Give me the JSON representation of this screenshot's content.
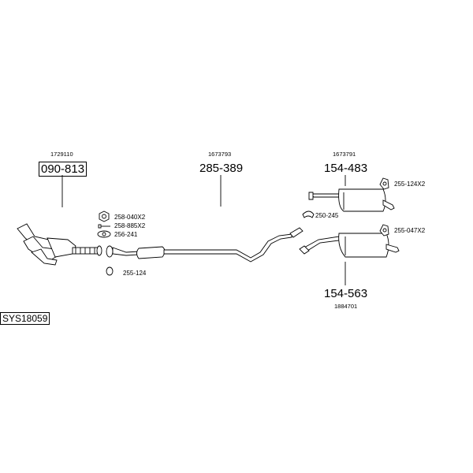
{
  "system_id": "SYS18059",
  "parts": [
    {
      "key": "manifold",
      "number": "090-813",
      "reference": "1729110"
    },
    {
      "key": "middle_pipe",
      "number": "285-389",
      "reference": "1673793"
    },
    {
      "key": "rear_silencer_a",
      "number": "154-483",
      "reference": "1673791"
    },
    {
      "key": "rear_silencer_b",
      "number": "154-563",
      "reference": "1884701"
    }
  ],
  "accessories": [
    {
      "key": "nut",
      "code": "258-040X2"
    },
    {
      "key": "bolt",
      "code": "258-885X2"
    },
    {
      "key": "gasket",
      "code": "256-241"
    },
    {
      "key": "clamp_front",
      "code": "255-124"
    },
    {
      "key": "hanger_a",
      "code": "255-124X2"
    },
    {
      "key": "ring",
      "code": "250-245"
    },
    {
      "key": "hanger_b",
      "code": "255-047X2"
    }
  ]
}
